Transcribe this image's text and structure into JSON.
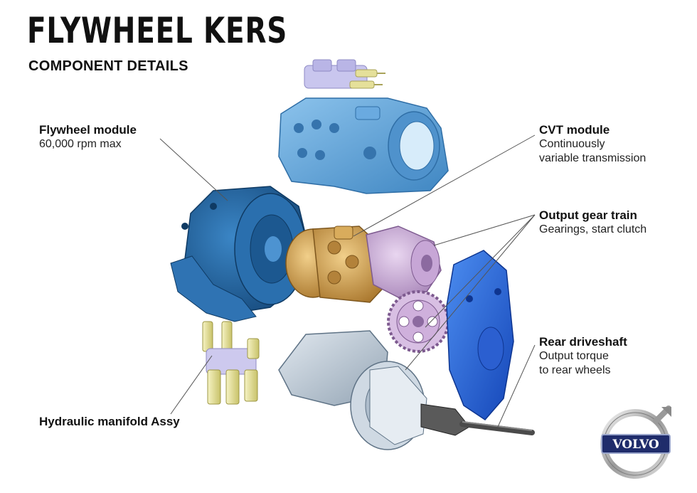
{
  "header": {
    "title": "FLYWHEEL KERS",
    "subtitle": "COMPONENT DETAILS"
  },
  "callouts": {
    "flywheel": {
      "name": "Flywheel module",
      "desc": "60,000 rpm max"
    },
    "cvt": {
      "name": "CVT module",
      "desc1": "Continuously",
      "desc2": "variable transmission"
    },
    "gear": {
      "name": "Output gear train",
      "desc": "Gearings, start clutch"
    },
    "rear": {
      "name": "Rear driveshaft",
      "desc1": "Output torque",
      "desc2": "to rear wheels"
    },
    "hydraulic": {
      "name": "Hydraulic manifold Assy"
    }
  },
  "logo": {
    "text": "VOLVO"
  },
  "colors": {
    "flywheel_blue": "#1f5f9a",
    "housing_blue": "#5a9fd6",
    "cvt_gold": "#c9963f",
    "gear_pink": "#c9a8d8",
    "cover_blue": "#1e5fd6",
    "casing_grey": "#b9c6d3",
    "manifold_yellow": "#e8e39a",
    "manifold_lilac": "#c8c4ec",
    "logo_navy": "#1f2c6b"
  }
}
